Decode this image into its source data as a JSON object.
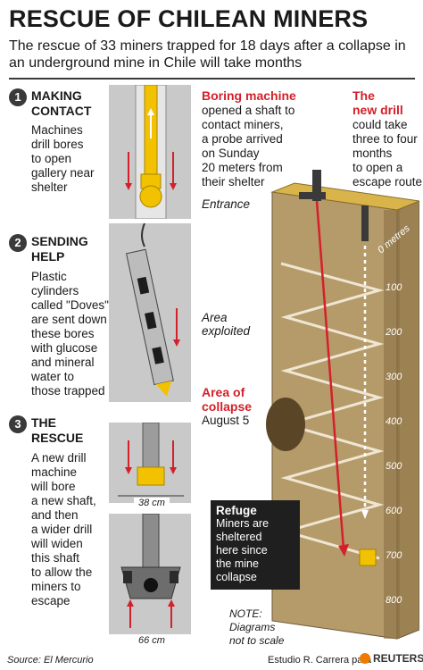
{
  "header": {
    "title": "RESCUE OF CHILEAN MINERS",
    "subtitle": "The rescue of 33 miners trapped for 18 days after a collapse in an underground mine in Chile will take months"
  },
  "steps": [
    {
      "number": "1",
      "title": "MAKING\nCONTACT",
      "text": "Machines\ndrill bores\nto open\ngallery near\nshelter"
    },
    {
      "number": "2",
      "title": "SENDING\nHELP",
      "text": "Plastic\ncylinders\ncalled \"Doves\"\nare sent down\nthese bores\nwith glucose\nand mineral\nwater to\nthose trapped"
    },
    {
      "number": "3",
      "title": "THE\nRESCUE",
      "text": "A new drill\nmachine\nwill bore\na new shaft,\nand then\na wider drill\nwill widen\nthis shaft\nto allow the\nminers to\nescape"
    }
  ],
  "measurements": {
    "small_drill": "38 cm",
    "wide_drill": "66 cm"
  },
  "diagram": {
    "boring_machine_title": "Boring machine",
    "boring_machine_text": "opened a shaft to\ncontact miners,\na probe arrived\non Sunday\n20 meters from\ntheir shelter",
    "new_drill_title": "The\nnew drill",
    "new_drill_text": "could take\nthree to four\nmonths\nto open a\nescape route",
    "entrance": "Entrance",
    "area_exploited": "Area\nexploited",
    "collapse_title": "Area of\ncollapse",
    "collapse_date": "August 5",
    "refuge_title": "Refuge",
    "refuge_text": "Miners are\nsheltered\nhere since\nthe mine\ncollapse",
    "depth_unit": "metres",
    "depths": [
      "0",
      "100",
      "200",
      "300",
      "400",
      "500",
      "600",
      "700",
      "800"
    ],
    "note": "NOTE:\nDiagrams\nnot to scale"
  },
  "footer": {
    "source": "Source: El Mercurio",
    "credit": "Estudio R. Carrera para",
    "brand": "REUTERS"
  },
  "colors": {
    "accent_red": "#d4202a",
    "drill_yellow": "#f2c200",
    "rock_tan": "#b59a6a",
    "dark": "#3a3a3a"
  }
}
